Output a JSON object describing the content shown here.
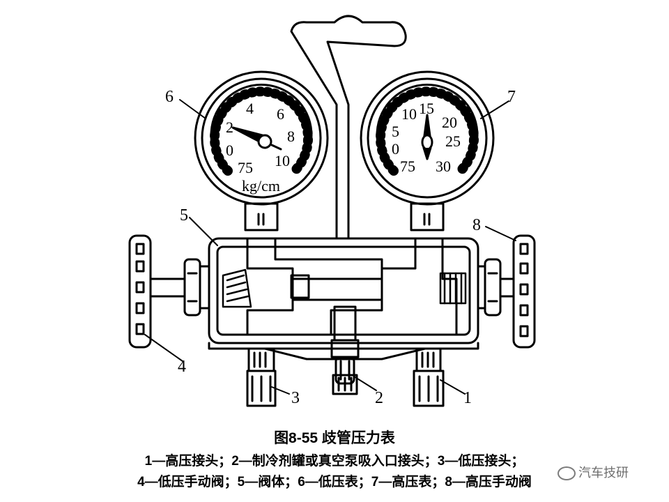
{
  "callouts": {
    "c1": "1",
    "c2": "2",
    "c3": "3",
    "c4": "4",
    "c5": "5",
    "c6": "6",
    "c7": "7",
    "c8": "8"
  },
  "low_gauge": {
    "scale": [
      "0",
      "2",
      "4",
      "6",
      "8",
      "10",
      "75"
    ],
    "unit": "kg/cm"
  },
  "high_gauge": {
    "scale": [
      "0",
      "5",
      "10",
      "15",
      "20",
      "25",
      "30",
      "75"
    ]
  },
  "caption": {
    "title": "图8-55  歧管压力表",
    "line1": "1—高压接头；2—制冷剂罐或真空泵吸入口接头；3—低压接头；",
    "line2": "4—低压手动阀；5—阀体；6—低压表；7—高压表；8—高压手动阀"
  },
  "watermark": {
    "text": "汽车技研"
  }
}
